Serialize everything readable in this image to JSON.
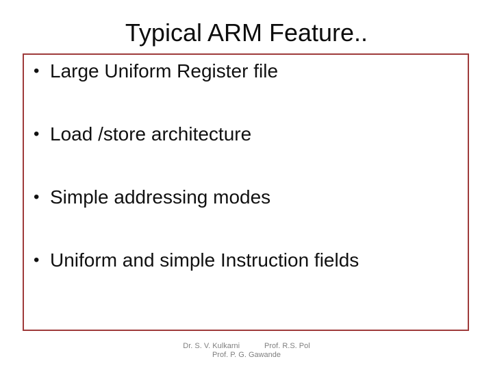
{
  "slide": {
    "title": "Typical ARM Feature..",
    "bullets": [
      "Large Uniform Register file",
      "Load /store architecture",
      "Simple addressing modes",
      "Uniform and simple Instruction fields"
    ],
    "bullet_glyph": "•",
    "footer": {
      "line1_left": "Dr. S. V. Kulkarni",
      "line1_right": "Prof. R.S. Pol",
      "line2": "Prof. P. G. Gawande"
    },
    "colors": {
      "background": "#ffffff",
      "title_text": "#0d0d0d",
      "body_text": "#111111",
      "box_border": "#9e3a3a",
      "footer_text": "#7f7f7f"
    }
  }
}
